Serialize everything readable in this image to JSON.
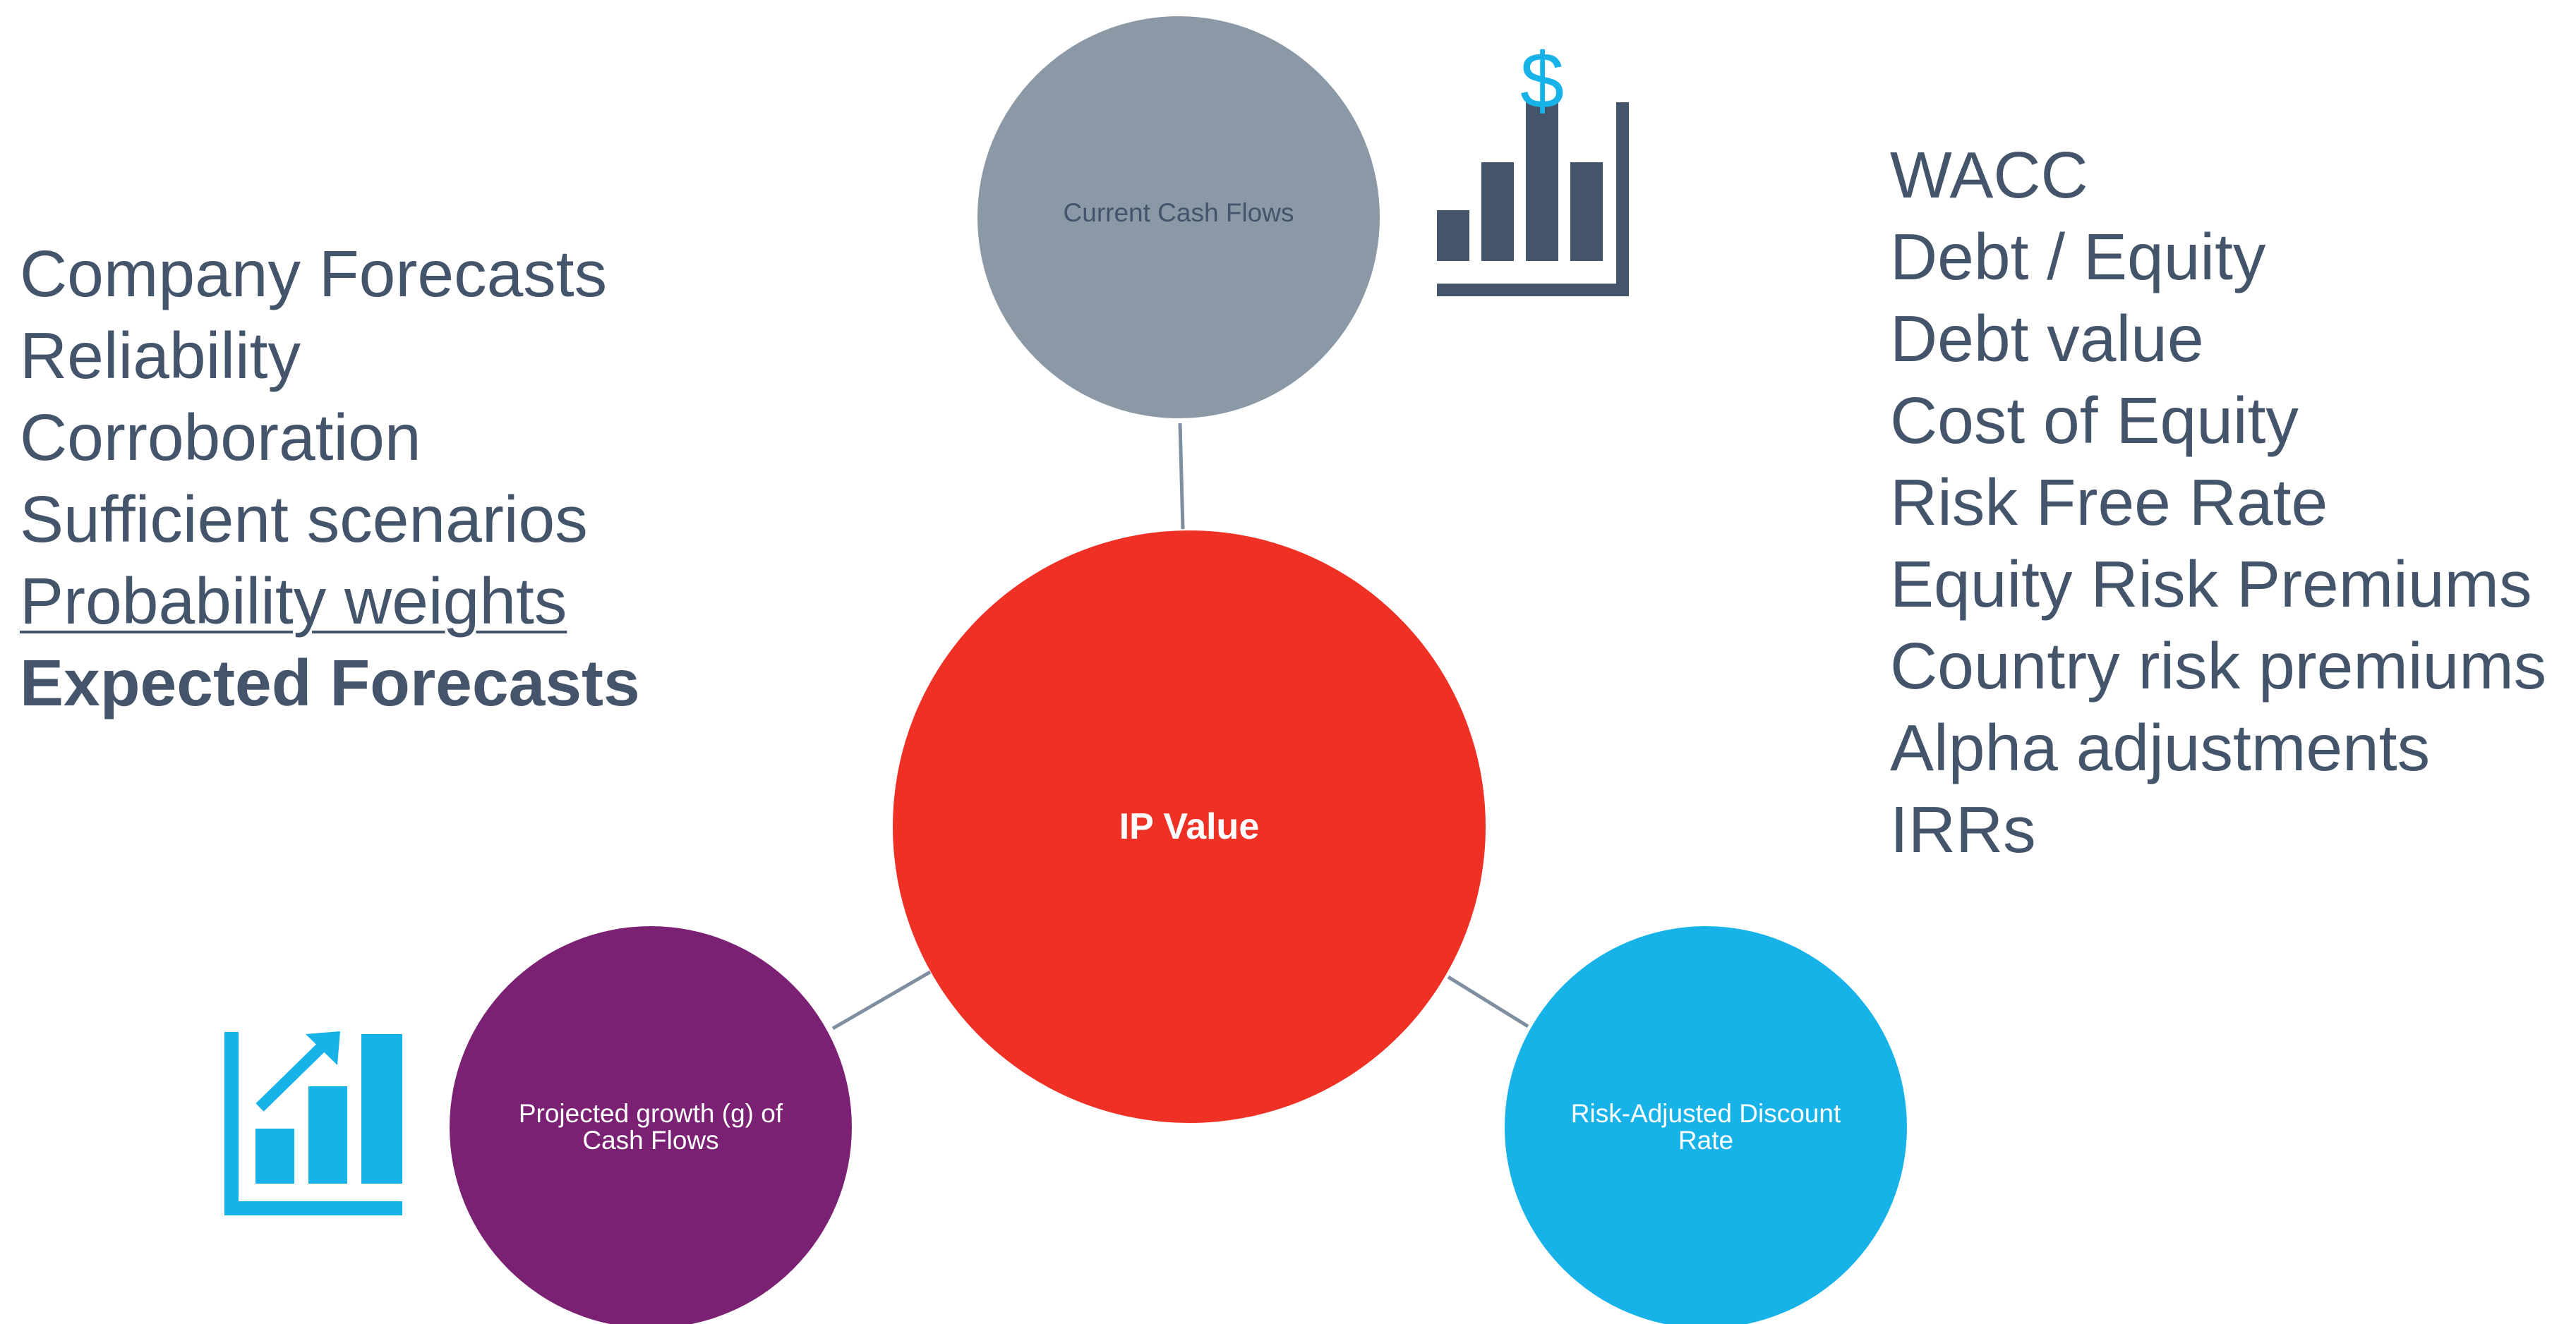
{
  "diagram": {
    "center": {
      "label": "IP Value",
      "color": "#ee3124"
    },
    "nodes": [
      {
        "id": "top",
        "label": "Current Cash Flows",
        "color": "#8a99a5",
        "text_color": "#44546a"
      },
      {
        "id": "left",
        "label": "Projected growth (g) of Cash Flows",
        "color": "#7b2174",
        "text_color": "#ffffff"
      },
      {
        "id": "right",
        "label": "Risk-Adjusted Discount Rate",
        "color": "#17b3e8",
        "text_color": "#ffffff"
      }
    ],
    "connector_color": "#7f8fa0"
  },
  "icons": {
    "cash_chart": {
      "name": "dollar-bar-chart-icon",
      "bar_color": "#44546a",
      "dollar_color": "#17b3e8",
      "glyph": "$"
    },
    "growth_chart": {
      "name": "growth-bar-chart-icon",
      "color": "#17b3e8"
    }
  },
  "left_list": {
    "items": [
      "Company Forecasts",
      "Reliability",
      "Corroboration",
      "Sufficient scenarios",
      "Probability weights",
      "Expected Forecasts"
    ]
  },
  "right_list": {
    "items": [
      "WACC",
      "Debt / Equity",
      "Debt value",
      "Cost of Equity",
      "Risk Free Rate",
      "Equity Risk Premiums",
      "Country risk premiums",
      "Alpha adjustments",
      "IRRs"
    ]
  },
  "text_color": "#44546a"
}
